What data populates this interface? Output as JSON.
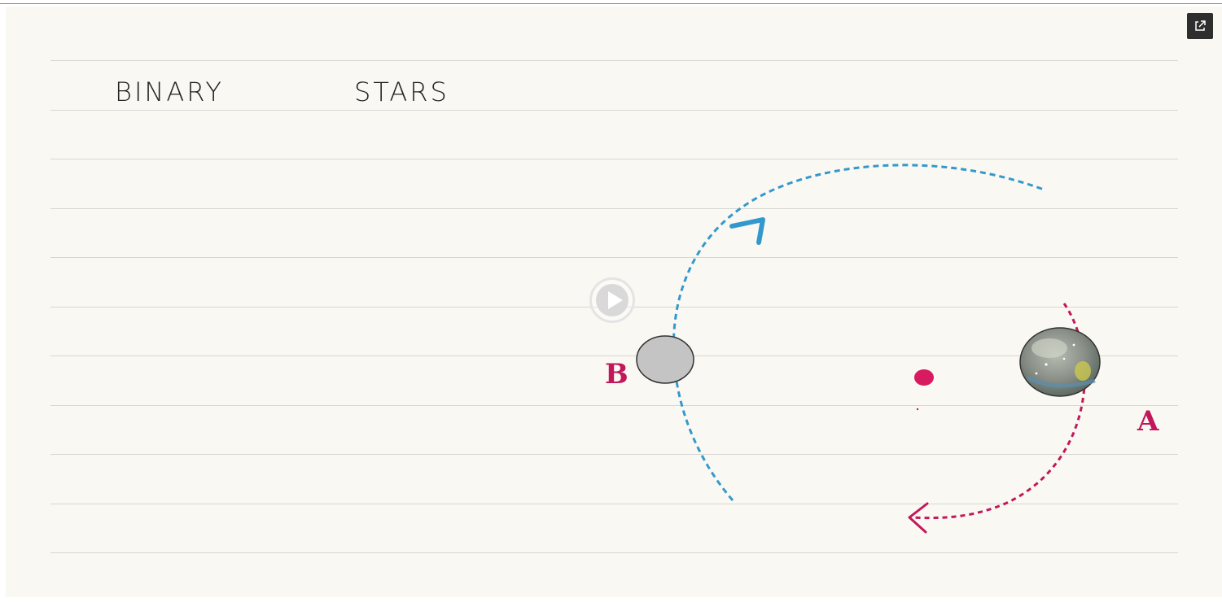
{
  "slide": {
    "title_word_1": "BINARY",
    "title_word_2": "STARS",
    "label_star_b": "B",
    "label_star_a": "A"
  },
  "colors": {
    "orbit_b": "#3399cc",
    "orbit_a": "#c2185b",
    "center_of_mass": "#d81b60",
    "star_b_fill": "#c4c4c4",
    "star_a_fill": "#8a9088",
    "paper": "#faf8f3",
    "ruled_line": "#d8d6d2"
  },
  "controls": {
    "play_icon": "play-icon",
    "popout_icon": "external-link-icon"
  }
}
